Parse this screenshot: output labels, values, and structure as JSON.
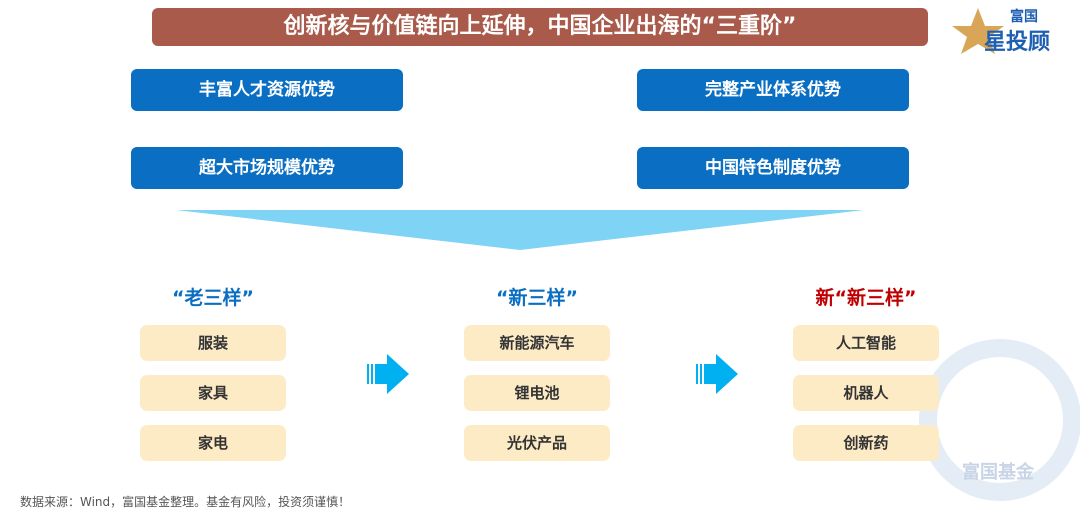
{
  "title": "创新核与价值链向上延伸，中国企业出海的“三重阶”",
  "logo": {
    "line1": "富国",
    "line2": "星投顾"
  },
  "advantages": [
    "丰富人才资源优势",
    "完整产业体系优势",
    "超大市场规模优势",
    "中国特色制度优势"
  ],
  "columns": [
    {
      "heading": "“老三样”",
      "color": "#0a6fc2",
      "items": [
        "服装",
        "家具",
        "家电"
      ]
    },
    {
      "heading": "“新三样”",
      "color": "#0a6fc2",
      "items": [
        "新能源汽车",
        "锂电池",
        "光伏产品"
      ]
    },
    {
      "heading": "新“新三样”",
      "color": "#c00000",
      "items": [
        "人工智能",
        "机器人",
        "创新药"
      ]
    }
  ],
  "watermark": "富国基金",
  "source": "数据来源：Wind，富国基金整理。基金有风险，投资须谨慎！"
}
